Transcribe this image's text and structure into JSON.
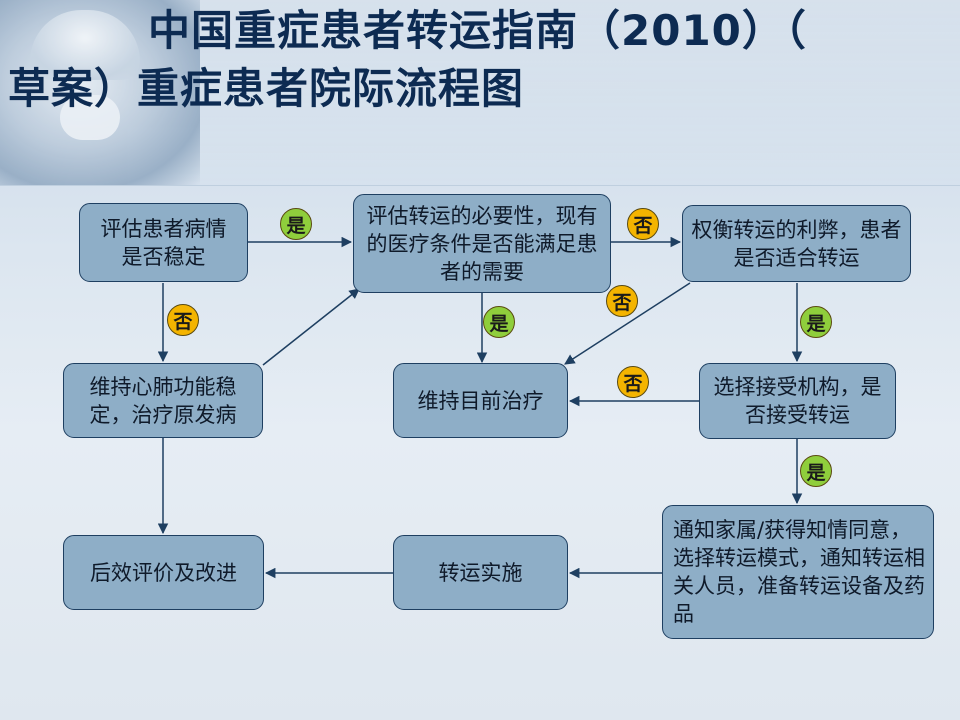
{
  "title": {
    "line1": "中国重症患者转运指南（2010）（",
    "line2": "草案）重症患者院际流程图"
  },
  "nodes": {
    "assess_condition": "评估患者病情是否稳定",
    "assess_necessity": "评估转运的必要性，现有的医疗条件是否能满足患者的需要",
    "weigh_pros_cons": "权衡转运的利弊，患者是否适合转运",
    "stabilize": "维持心肺功能稳定，治疗原发病",
    "maintain_treatment": "维持目前治疗",
    "select_receiver": "选择接受机构，是否接受转运",
    "notify_prepare": "通知家属/获得知情同意，选择转运模式，通知转运相关人员，准备转运设备及药品",
    "transport": "转运实施",
    "evaluate": "后效评价及改进"
  },
  "badges": {
    "yes": "是",
    "no": "否"
  },
  "colors": {
    "box_fill": "#8eaec7",
    "box_border": "#1e3f61",
    "yes_badge": "#8fce3c",
    "no_badge": "#f4b400",
    "title": "#0d2b52"
  }
}
